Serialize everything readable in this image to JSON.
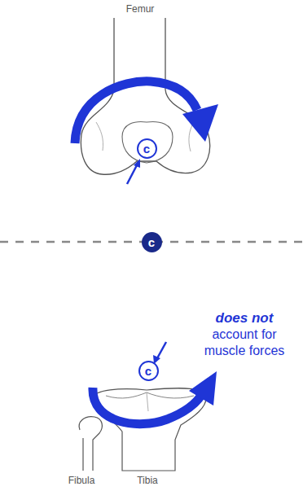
{
  "diagram": {
    "nodes": [
      {
        "text": [
          "c"
        ]
      },
      {
        "text": [
          "c"
        ]
      },
      {
        "text": [
          "c"
        ]
      }
    ],
    "labels": [
      "Femur",
      "does not",
      "account for muscle forces",
      "Fibula",
      "Tibia"
    ]
  }
}
